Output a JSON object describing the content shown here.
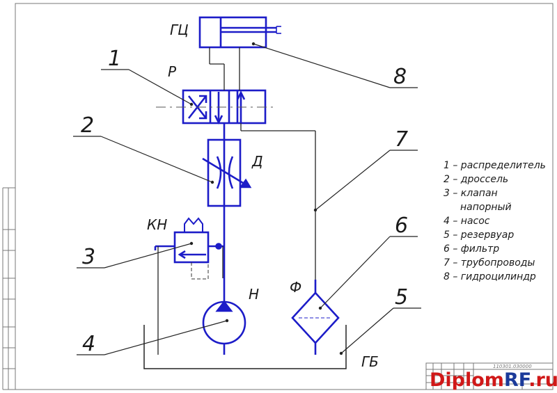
{
  "symbols": {
    "cylinder": "ГЦ",
    "valve": "Р",
    "throttle": "Д",
    "pressure_valve": "КН",
    "pump": "Н",
    "filter": "Ф",
    "tank": "ГБ"
  },
  "callouts": [
    "1",
    "2",
    "3",
    "4",
    "5",
    "6",
    "7",
    "8"
  ],
  "legend": [
    "1 – распределитель",
    "2 – дроссель",
    "3 – клапан",
    "напорный",
    "4 – насос",
    "5 – резервуар",
    "6 – фильтр",
    "7 – трубопроводы",
    "8 – гидроцилиндр"
  ],
  "stamp": {
    "code": "110301.030000",
    "watermark_a": "Diplom",
    "watermark_b": "RF",
    "watermark_c": ".ru"
  },
  "colors": {
    "hydraulic": "#1c1cc8",
    "leader": "#222222",
    "watermark_red": "#d01818",
    "watermark_blue": "#1b3a9a"
  }
}
